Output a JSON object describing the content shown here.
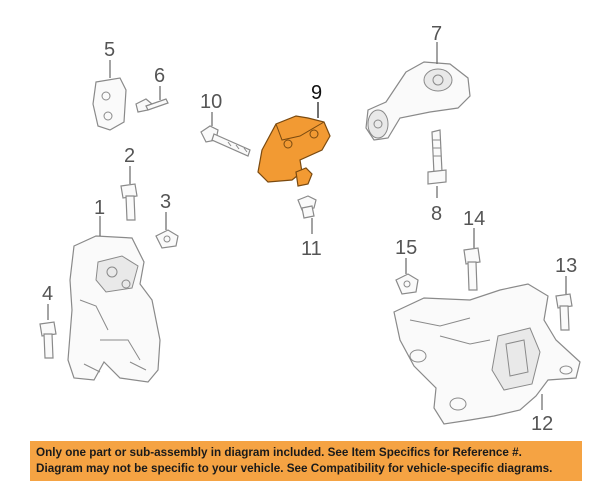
{
  "diagram": {
    "callouts": {
      "c1": "1",
      "c2": "2",
      "c3": "3",
      "c4": "4",
      "c5": "5",
      "c6": "6",
      "c7": "7",
      "c8": "8",
      "c9": "9",
      "c10": "10",
      "c11": "11",
      "c12": "12",
      "c13": "13",
      "c14": "14",
      "c15": "15"
    },
    "highlight_color": "#f29a33",
    "highlighted_part": "9"
  },
  "banner": {
    "line1": "Only one part or sub-assembly in diagram included. See Item Specifics for Reference #.",
    "line2": "Diagram may not be specific to your vehicle. See Compatibility for vehicle-specific diagrams.",
    "color": "#f5a343"
  }
}
